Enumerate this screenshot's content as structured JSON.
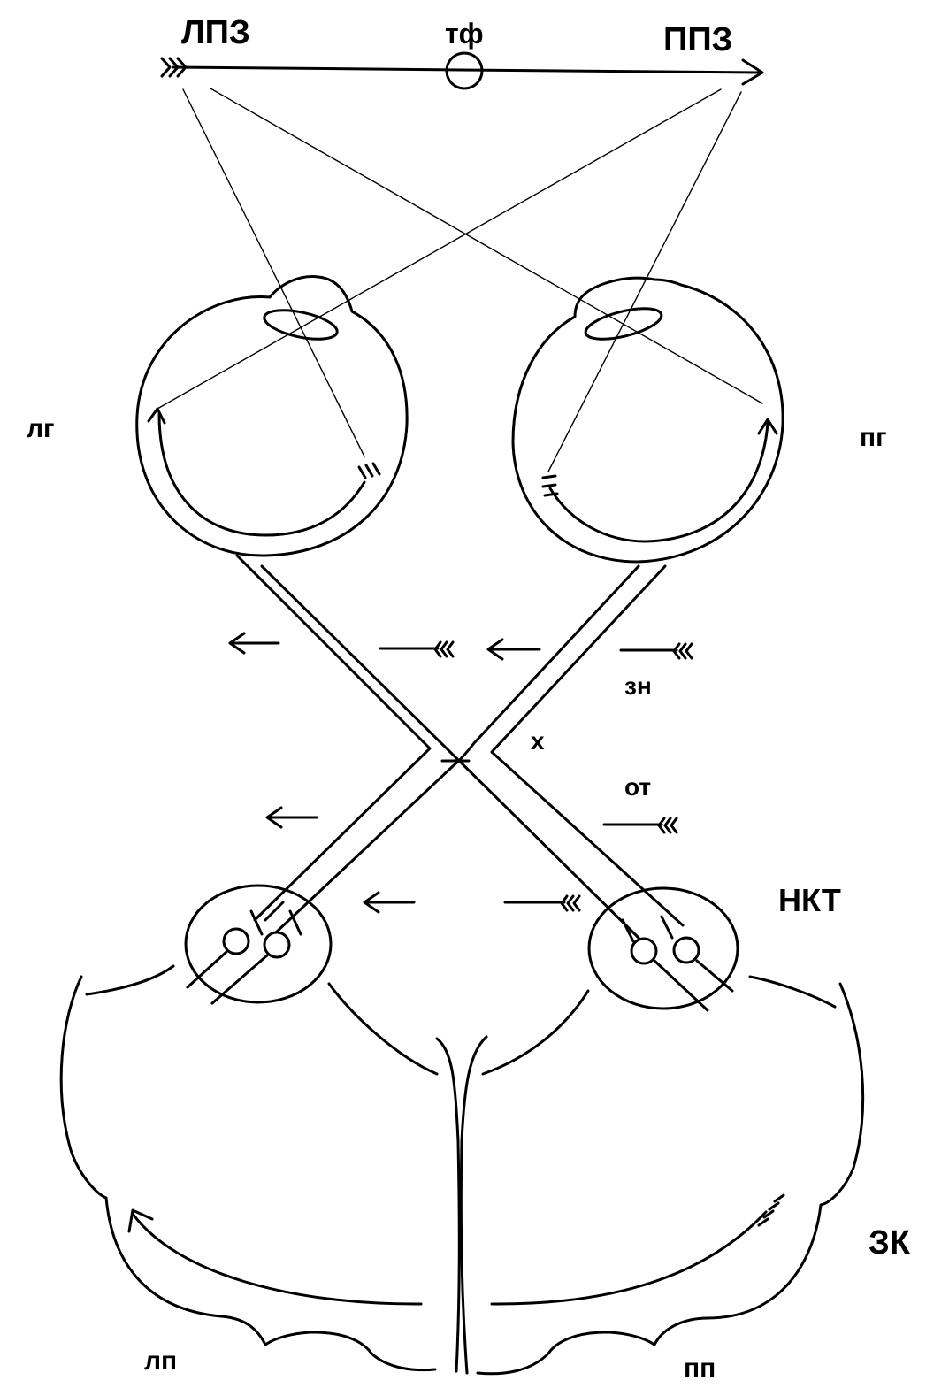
{
  "labels": {
    "left_visual_field": "ЛПЗ",
    "fixation_point": "тф",
    "right_visual_field": "ППЗ",
    "left_eye": "лг",
    "right_eye": "пг",
    "optic_nerve": "зн",
    "chiasm": "х",
    "optic_tract": "от",
    "lateral_geniculate": "НКТ",
    "visual_cortex": "ЗК",
    "left_hemisphere": "лп",
    "right_hemisphere": "пп"
  },
  "colors": {
    "ink": "#000000",
    "paper": "#ffffff"
  }
}
